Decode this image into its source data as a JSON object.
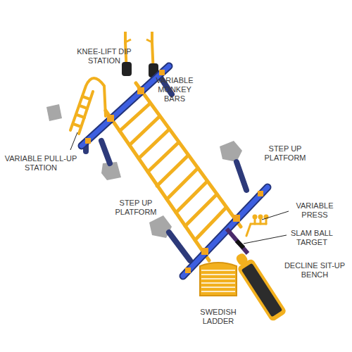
{
  "diagram": {
    "labels": [
      "KNEE-LIFT DIP STATION",
      "VARIABLE MONKEY BARS",
      "STEP UP PLATFORM",
      "VARIABLE PULL-UP STATION",
      "STEP UP PLATFORM",
      "VARIABLE PRESS",
      "SLAM BALL TARGET",
      "DECLINE SIT-UP BENCH",
      "SWEDISH LADDER"
    ]
  }
}
